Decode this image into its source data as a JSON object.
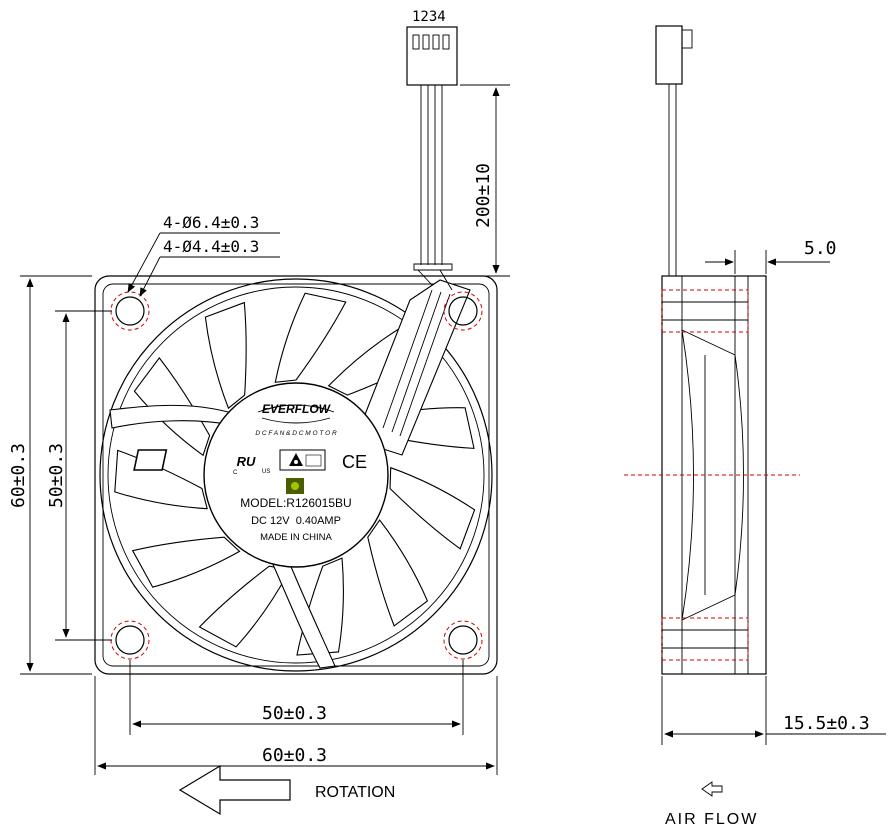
{
  "connector": {
    "pins": "1234"
  },
  "dimensions": {
    "cable_length": "200±10",
    "hole_outer": "4-Ø6.4±0.3",
    "hole_inner": "4-Ø4.4±0.3",
    "outer_height": "60±0.3",
    "hole_pitch_height": "50±0.3",
    "hole_pitch_width": "50±0.3",
    "outer_width": "60±0.3",
    "flange": "5.0",
    "thickness": "15.5±0.3"
  },
  "label": {
    "brand": "EVERFLOW",
    "subtitle": "D C F A N & D C M O T O R",
    "model": "MODEL:R126015BU",
    "rating": "DC 12V  0.40AMP",
    "origin": "MADE IN CHINA",
    "ce_mark": "CE",
    "ul_mark": "US",
    "ul_prefix": "C"
  },
  "captions": {
    "rotation": "ROTATION",
    "airflow": "AIR FLOW"
  }
}
